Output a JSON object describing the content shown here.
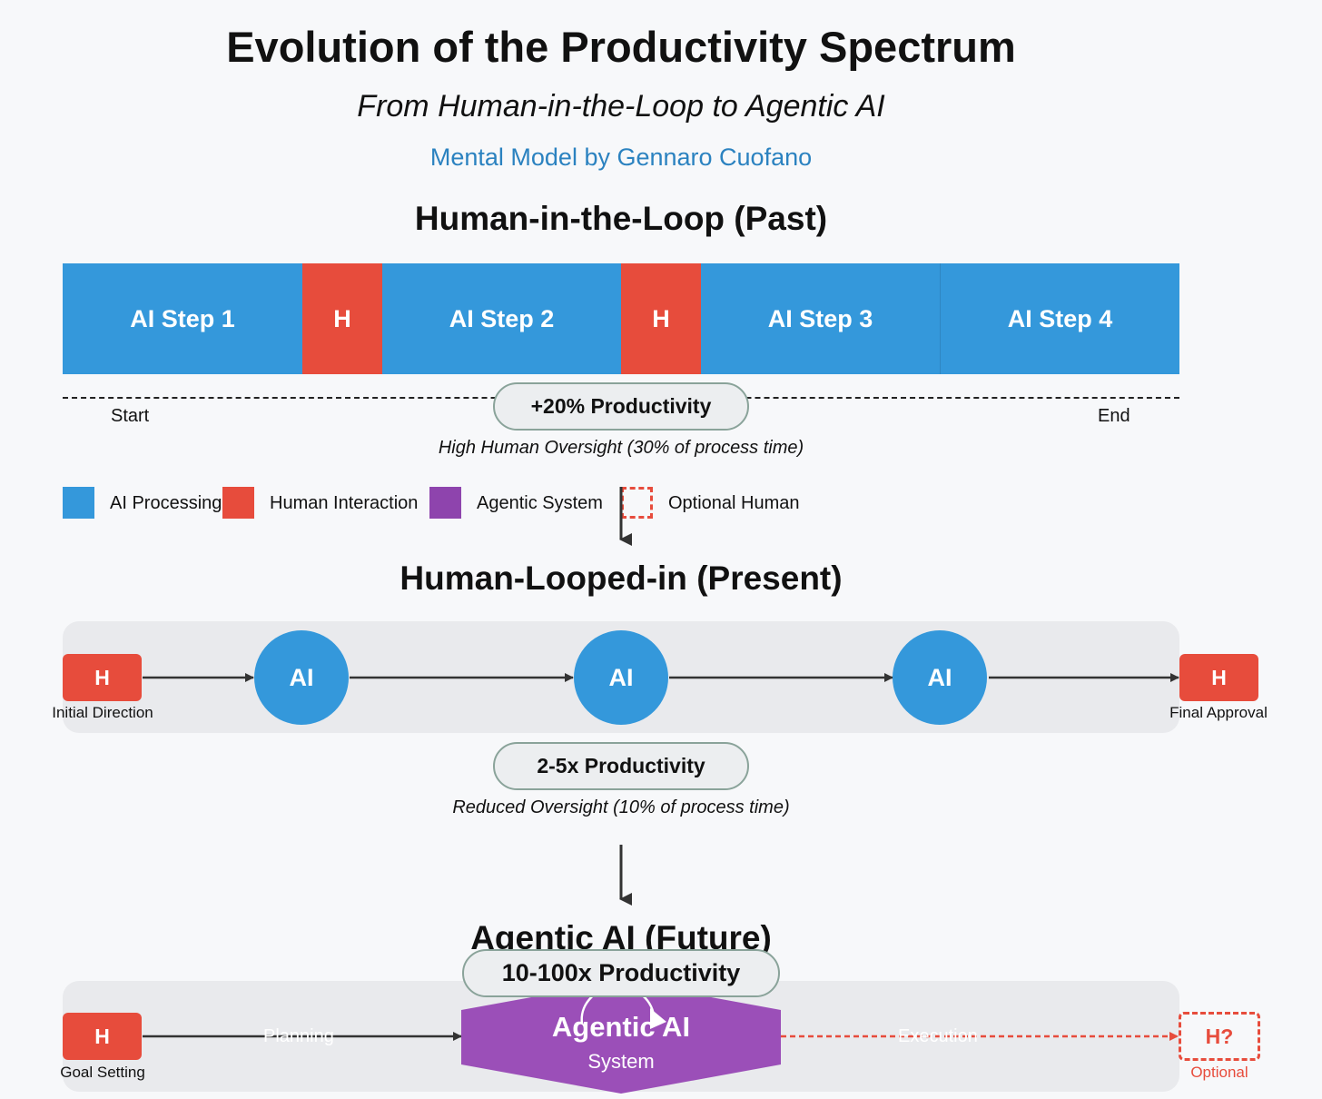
{
  "header": {
    "title": "Evolution of the Productivity Spectrum",
    "subtitle": "From Human-in-the-Loop to Agentic AI",
    "byline": "Mental Model by Gennaro Cuofano"
  },
  "past": {
    "title": "Human-in-the-Loop (Past)",
    "segments": [
      {
        "type": "ai",
        "label": "AI Step 1"
      },
      {
        "type": "human",
        "label": "H"
      },
      {
        "type": "ai",
        "label": "AI Step 2"
      },
      {
        "type": "human",
        "label": "H"
      },
      {
        "type": "ai",
        "label": "AI Step 3"
      },
      {
        "type": "ai",
        "label": "AI Step 4"
      }
    ],
    "start_label": "Start",
    "end_label": "End",
    "productivity": "+20% Productivity",
    "note": "High Human Oversight (30% of process time)"
  },
  "legend": {
    "items": [
      {
        "label": "AI Processing",
        "color": "#3498db"
      },
      {
        "label": "Human Interaction",
        "color": "#e74c3c"
      },
      {
        "label": "Agentic System",
        "color": "#8e44ad"
      },
      {
        "label": "Optional Human",
        "color": "#e74c3c"
      }
    ]
  },
  "present": {
    "title": "Human-Looped-in (Present)",
    "start_box": "H",
    "start_label": "Initial Direction",
    "ai_nodes": [
      "AI",
      "AI",
      "AI"
    ],
    "end_box": "H",
    "end_label": "Final Approval",
    "productivity": "2-5x Productivity",
    "note": "Reduced Oversight (10% of process time)"
  },
  "future": {
    "title": "Agentic AI (Future)",
    "productivity": "10-100x Productivity",
    "start_box": "H",
    "start_label": "Goal Setting",
    "left_flow_label": "Planning",
    "center_title": "Agentic AI",
    "center_subtitle": "System",
    "right_flow_label": "Execution",
    "end_box": "H?",
    "end_label": "Optional"
  },
  "colors": {
    "ai_blue": "#3498db",
    "human_red": "#e74c3c",
    "agentic_purple": "#8e44ad",
    "byline_blue": "#2b82c0"
  }
}
